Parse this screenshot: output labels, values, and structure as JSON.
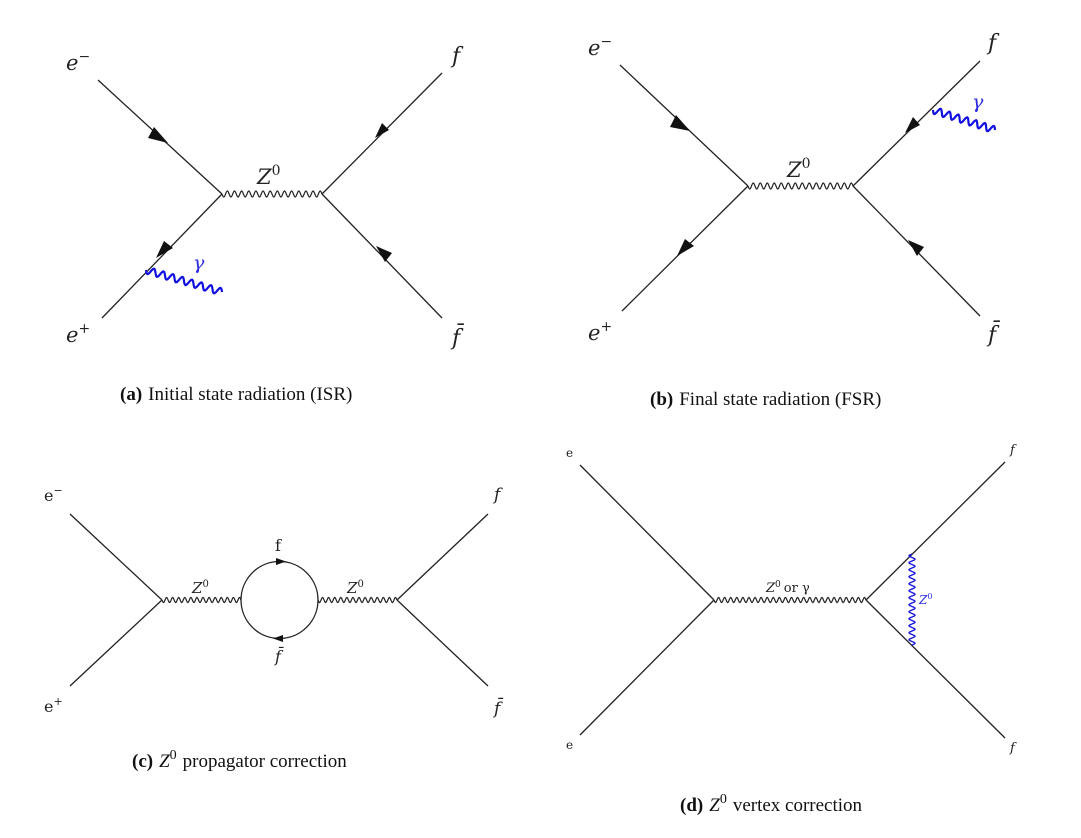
{
  "panels": {
    "a": {
      "labels": {
        "e_minus": "e",
        "e_minus_sup": "−",
        "e_plus": "e",
        "e_plus_sup": "+",
        "f": "f",
        "fbar": "f̄",
        "boson": "Z",
        "boson_sup": "0",
        "photon": "γ"
      },
      "caption_tag": "(a)",
      "caption_text": "Initial state radiation (ISR)"
    },
    "b": {
      "labels": {
        "e_minus": "e",
        "e_minus_sup": "−",
        "e_plus": "e",
        "e_plus_sup": "+",
        "f": "f",
        "fbar": "f̄",
        "boson": "Z",
        "boson_sup": "0",
        "photon": "γ"
      },
      "caption_tag": "(b)",
      "caption_text": "Final state radiation (FSR)"
    },
    "c": {
      "labels": {
        "e_minus": "e",
        "e_minus_sup": "−",
        "e_plus": "e",
        "e_plus_sup": "+",
        "f": "f",
        "fbar": "f̄",
        "boson_left": "Z",
        "boson_left_sup": "0",
        "boson_right": "Z",
        "boson_right_sup": "0",
        "loop_top": "f",
        "loop_bottom": "f̄"
      },
      "caption_tag": "(c)",
      "caption_z": "Z",
      "caption_z_sup": "0",
      "caption_text": "propagator correction"
    },
    "d": {
      "labels": {
        "e_top": "e",
        "e_bottom": "e",
        "f_top": "f",
        "f_bottom": "f",
        "boson": "Z",
        "boson_sup": "0",
        "boson_suffix": "or γ",
        "vertex_boson": "Z",
        "vertex_boson_sup": "0"
      },
      "caption_tag": "(d)",
      "caption_z": "Z",
      "caption_z_sup": "0",
      "caption_text": "vertex correction"
    }
  },
  "colors": {
    "lines": "#222222",
    "photon": "#1010e0",
    "text": "#111111"
  }
}
